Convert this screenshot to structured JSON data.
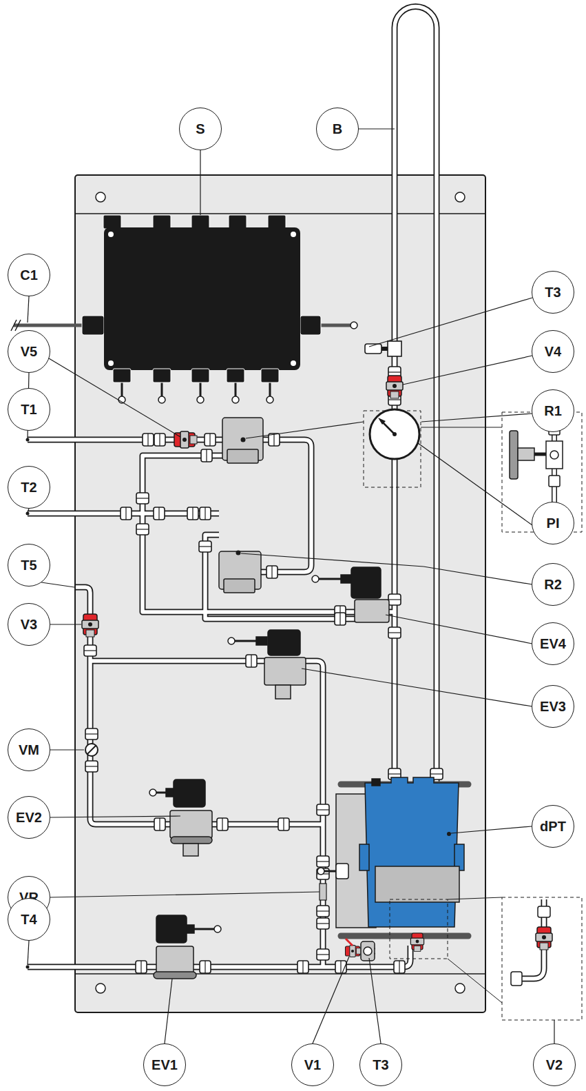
{
  "diagram": {
    "nodes": [
      {
        "text": [
          "S"
        ]
      },
      {
        "text": [
          "B"
        ]
      },
      {
        "text": [
          "C1"
        ]
      },
      {
        "text": [
          "T3"
        ]
      },
      {
        "text": [
          "V5"
        ]
      },
      {
        "text": [
          "V4"
        ]
      },
      {
        "text": [
          "T1"
        ]
      },
      {
        "text": [
          "R1"
        ]
      },
      {
        "text": [
          "T2"
        ]
      },
      {
        "text": [
          "PI"
        ]
      },
      {
        "text": [
          "R2"
        ]
      },
      {
        "text": [
          "T5"
        ]
      },
      {
        "text": [
          "EV4"
        ]
      },
      {
        "text": [
          "V3"
        ]
      },
      {
        "text": [
          "EV3"
        ]
      },
      {
        "text": [
          "VM"
        ]
      },
      {
        "text": [
          "EV2"
        ]
      },
      {
        "text": [
          "dPT"
        ]
      },
      {
        "text": [
          "VR"
        ]
      },
      {
        "text": [
          "T4"
        ]
      },
      {
        "text": [
          "EV1"
        ]
      },
      {
        "text": [
          "V1"
        ]
      },
      {
        "text": [
          "T3"
        ]
      },
      {
        "text": [
          "V2"
        ]
      }
    ]
  }
}
